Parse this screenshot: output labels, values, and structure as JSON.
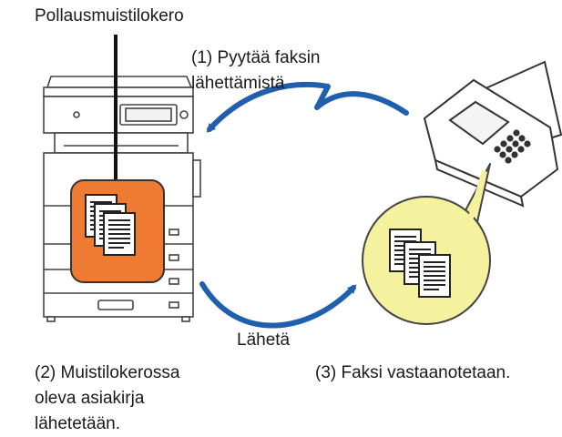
{
  "labels": {
    "polling_box": "Pollausmuistilokero",
    "step1": "(1) Pyytää faksin\nlähettämistä",
    "send": "Lähetä",
    "step2": "(2) Muistilokerossa\noleva asiakirja\nlähetetään.",
    "step3": "(3) Faksi vastaanotetaan."
  },
  "colors": {
    "memory_box": "#ef7a31",
    "received_circle": "#f4f19f",
    "arrow": "#1f5fae",
    "line": "#333333"
  },
  "icons": {
    "mfp": "multifunction-printer-icon",
    "fax": "fax-machine-icon",
    "documents": "document-stack-icon"
  }
}
